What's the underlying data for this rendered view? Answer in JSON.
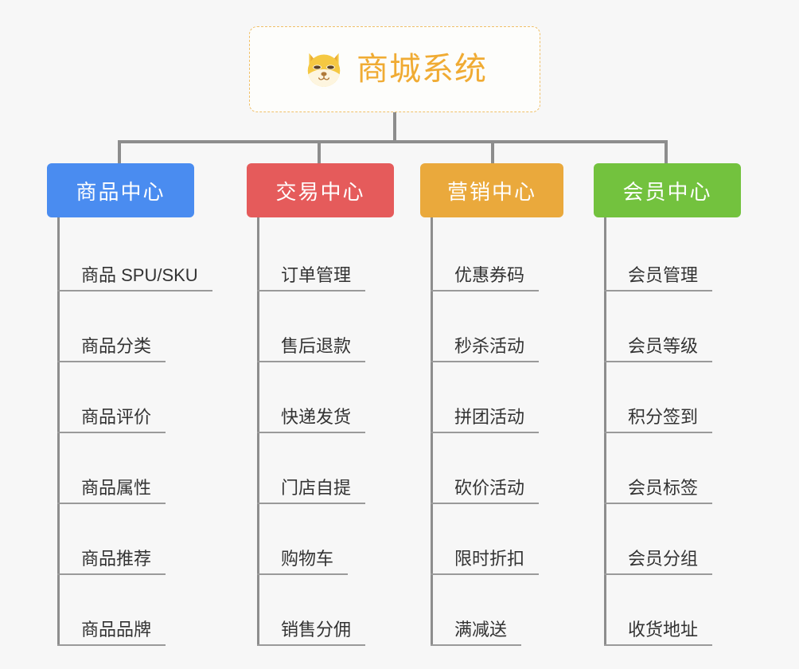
{
  "diagram": {
    "type": "org-chart",
    "root": {
      "title": "商城系统",
      "icon": "shiba-dog-face-emoji",
      "border_color": "#f0c06a",
      "text_color": "#f0ab33"
    },
    "connector_color": "#8d8d8d",
    "background_color": "#f7f7f7",
    "columns": [
      {
        "id": "product-center",
        "label": "商品中心",
        "color": "#4a8cf0",
        "items": [
          "商品 SPU/SKU",
          "商品分类",
          "商品评价",
          "商品属性",
          "商品推荐",
          "商品品牌"
        ]
      },
      {
        "id": "trade-center",
        "label": "交易中心",
        "color": "#e55b5b",
        "items": [
          "订单管理",
          "售后退款",
          "快递发货",
          "门店自提",
          "购物车",
          "销售分佣"
        ]
      },
      {
        "id": "marketing-center",
        "label": "营销中心",
        "color": "#eaa93c",
        "items": [
          "优惠券码",
          "秒杀活动",
          "拼团活动",
          "砍价活动",
          "限时折扣",
          "满减送"
        ]
      },
      {
        "id": "member-center",
        "label": "会员中心",
        "color": "#73c23e",
        "items": [
          "会员管理",
          "会员等级",
          "积分签到",
          "会员标签",
          "会员分组",
          "收货地址"
        ]
      }
    ]
  }
}
